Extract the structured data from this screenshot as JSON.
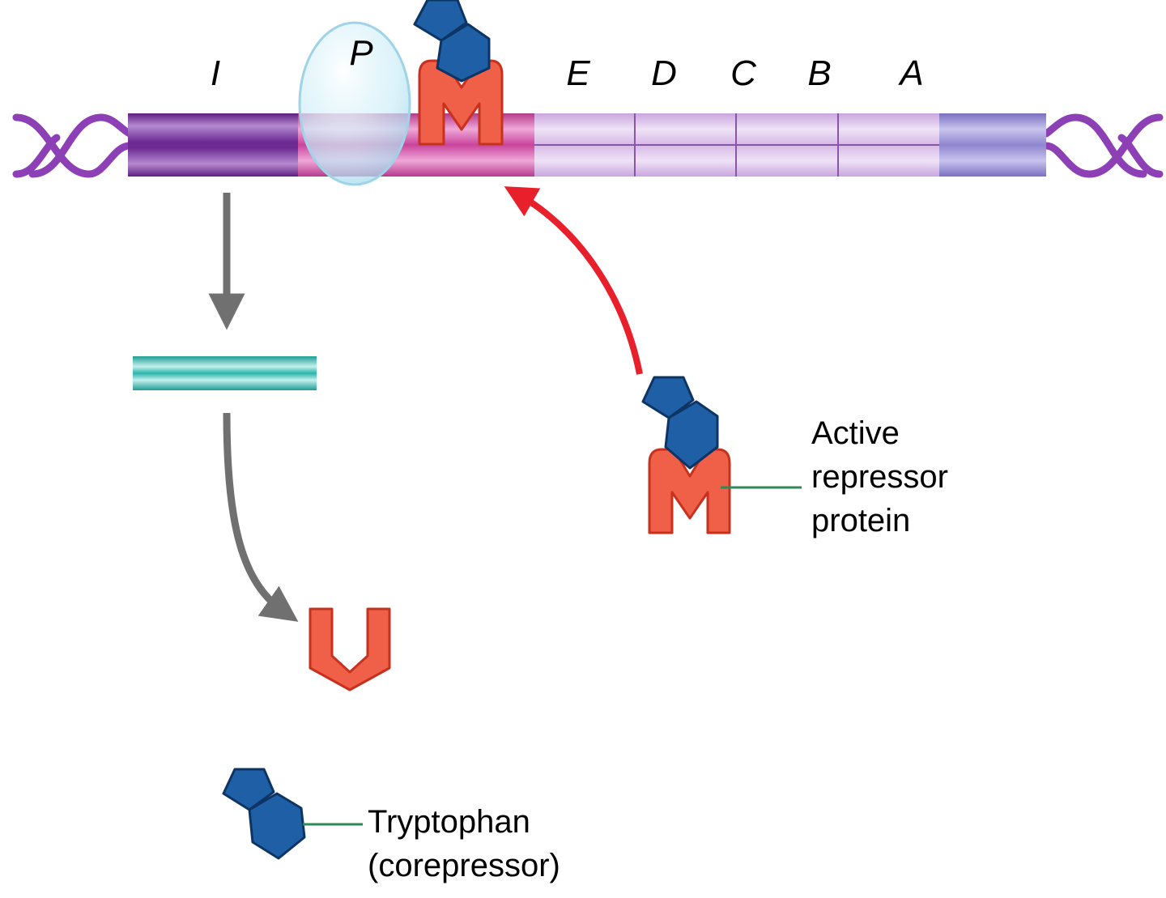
{
  "diagram": {
    "gene_labels": {
      "regulator": "I",
      "promoter": "P",
      "gene_e": "E",
      "gene_d": "D",
      "gene_c": "C",
      "gene_b": "B",
      "gene_a": "A"
    },
    "callouts": {
      "active_repressor": [
        "Active",
        "repressor",
        "protein"
      ],
      "tryptophan": [
        "Tryptophan",
        "(corepressor)"
      ]
    },
    "colors": {
      "dna_strand": "#8d3fb5",
      "regulator_gene": "#7a2f9c",
      "promoter_operator": "#c9449c",
      "structural_genes": "#d9bde6",
      "dna_end_block": "#8f86cf",
      "mrna": "#2bb5ab",
      "repressor_protein": "#f06048",
      "tryptophan": "#1f5fa5",
      "rna_polymerase": "#bfe6f2",
      "activation_arrow": "#e8202b",
      "process_arrow": "#707070",
      "leader_line": "#2e8b57"
    }
  }
}
